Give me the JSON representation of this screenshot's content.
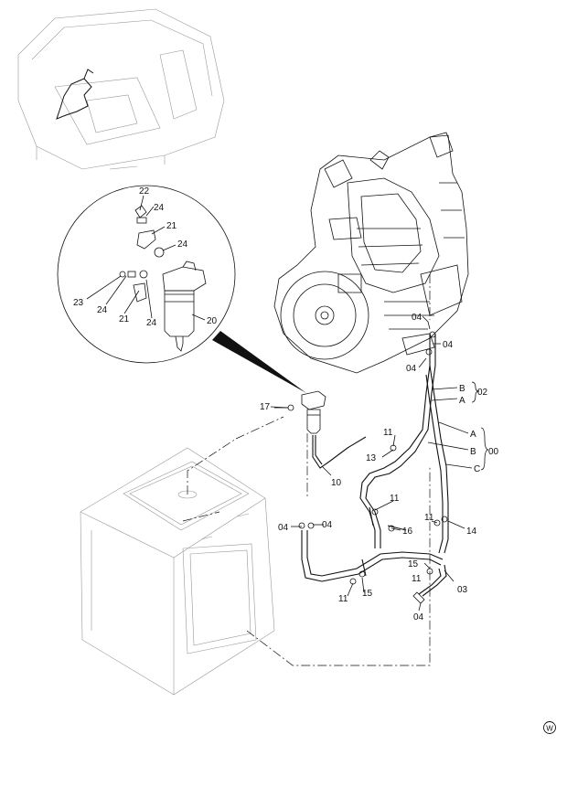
{
  "callouts": {
    "c22": "22",
    "c24a": "24",
    "c21a": "21",
    "c24b": "24",
    "c23": "23",
    "c24c": "24",
    "c21b": "21",
    "c24d": "24",
    "c20": "20",
    "c17": "17",
    "c10": "10",
    "c04_eng1": "04",
    "c04_eng2": "04",
    "c04_eng3": "04",
    "c02_B": "B",
    "c02_A": "A",
    "c02": "02",
    "c00_A": "A",
    "c00_B": "B",
    "c00_C": "C",
    "c00": "00",
    "c11_a": "11",
    "c13": "13",
    "c11_b": "11",
    "c16": "16",
    "c04_l": "04",
    "c04_r": "04",
    "c11_c": "11",
    "c14": "14",
    "c15_a": "15",
    "c11_d": "11",
    "c03": "03",
    "c11_e": "11",
    "c15_b": "15",
    "c04_bot": "04"
  },
  "watermark": "W"
}
